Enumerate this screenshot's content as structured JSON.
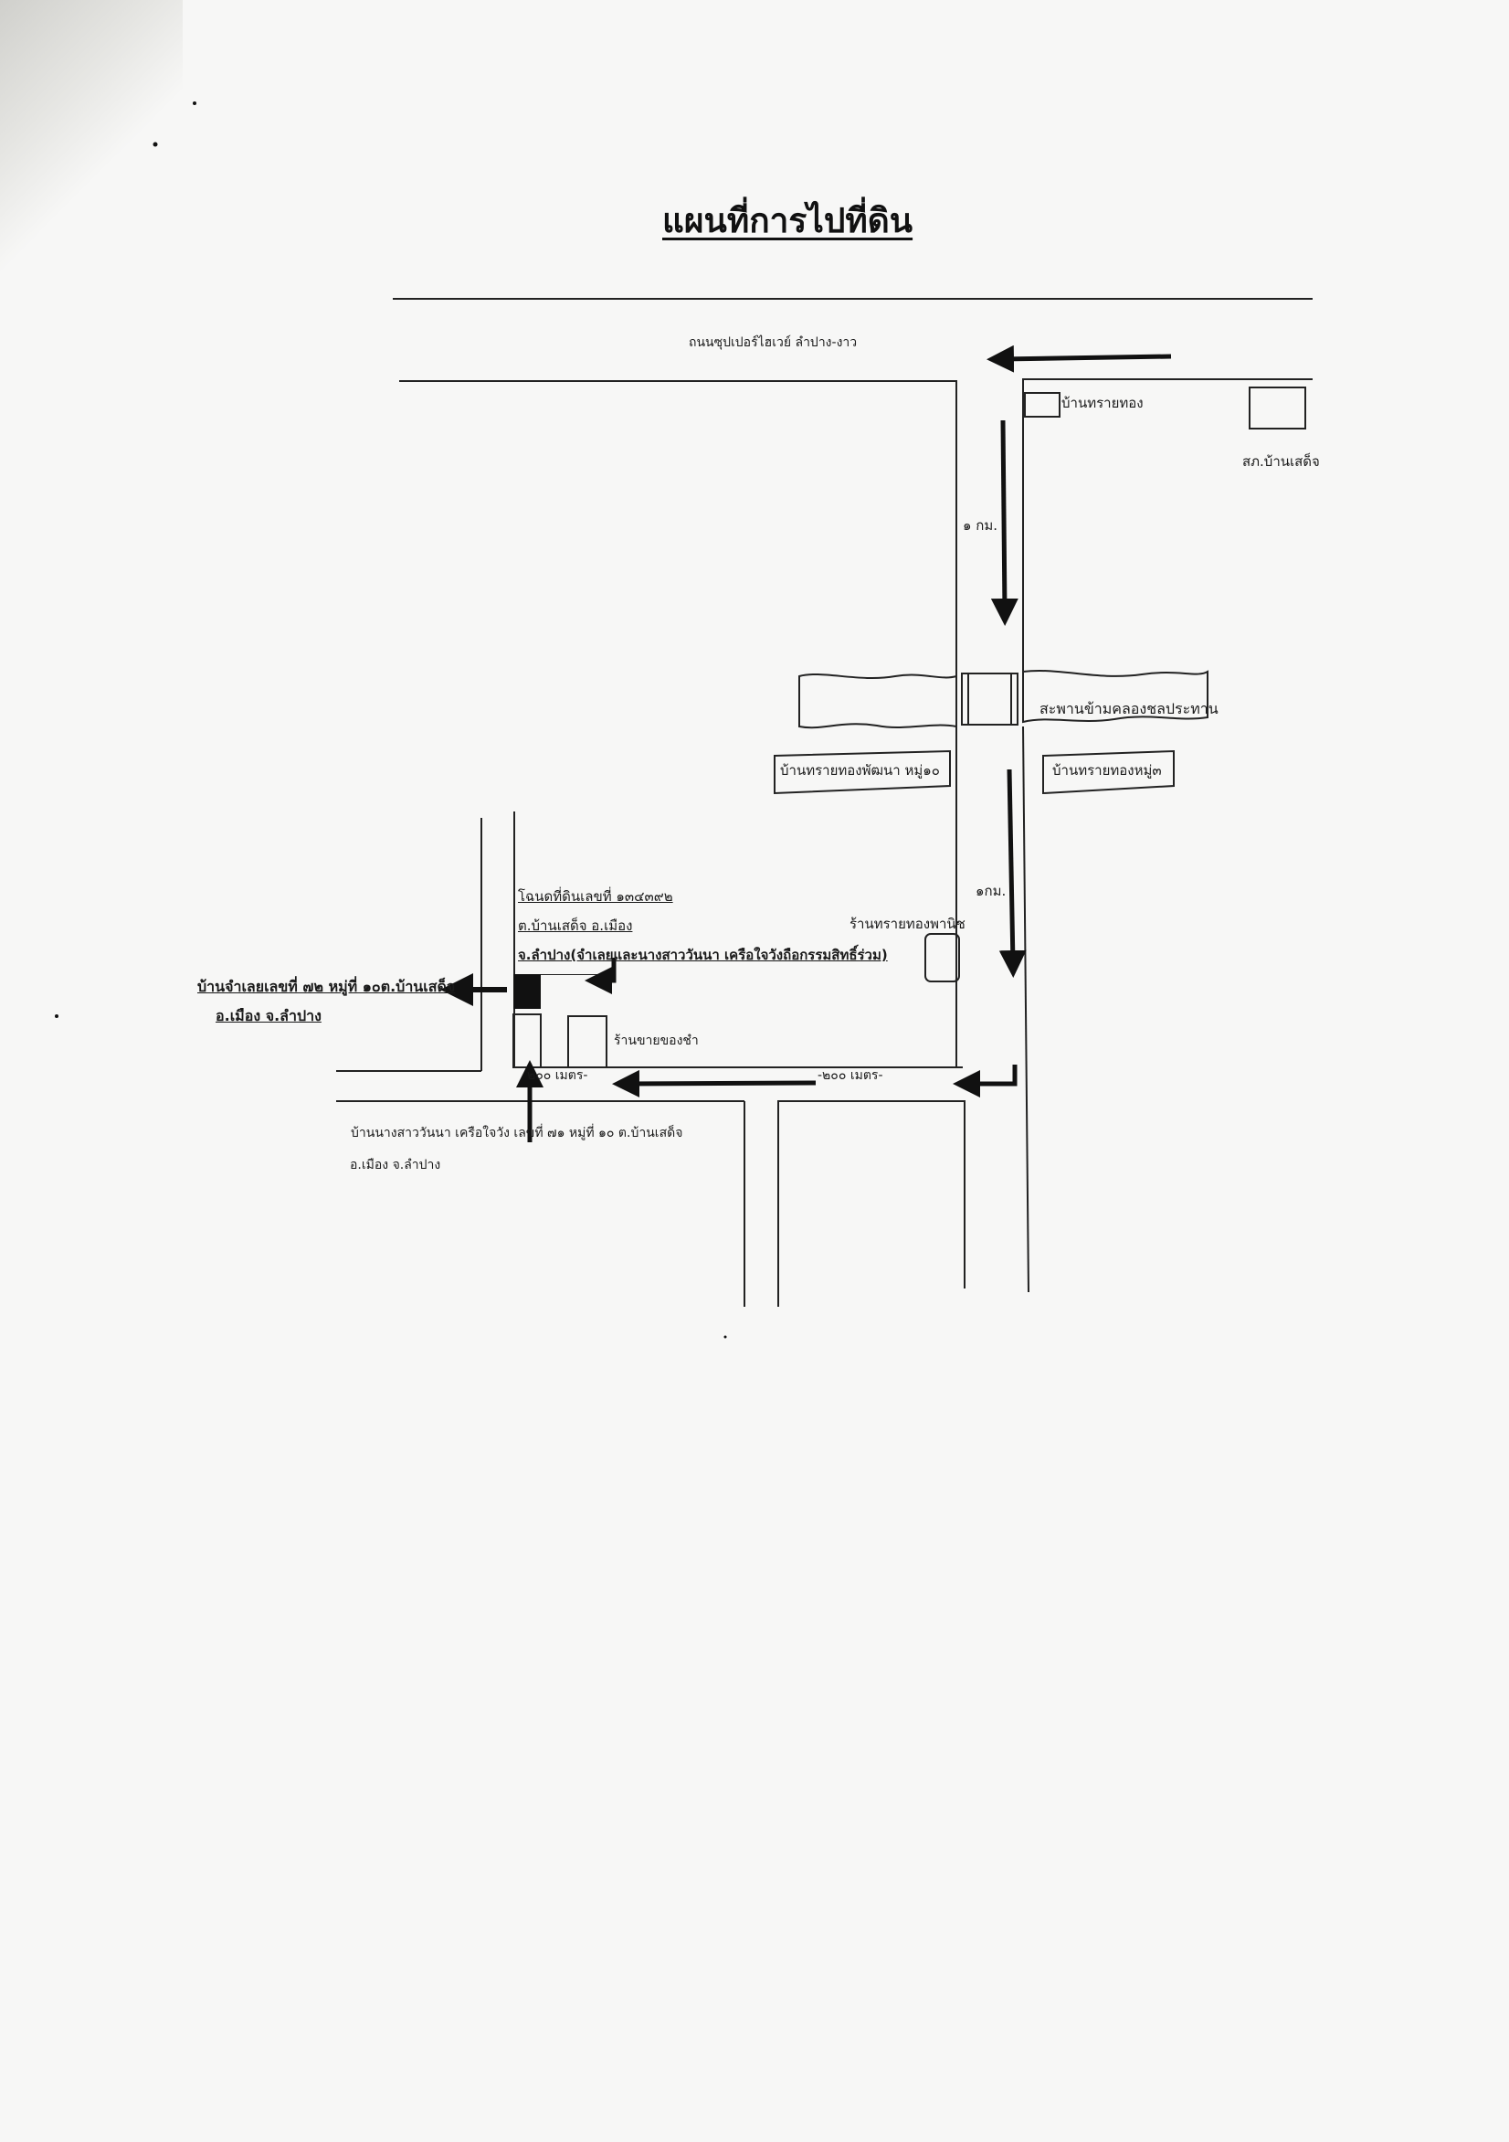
{
  "title": "แผนที่การไปที่ดิน",
  "roads": {
    "superhighway": "ถนนซุปเปอร์ไฮเวย์ ลำปาง-งาว"
  },
  "distances": {
    "upper_km": "๑ กม.",
    "lower_km": "๑กม.",
    "right_200m": "-๒๐๐ เมตร-",
    "left_200m": "๒๐๐ เมตร-"
  },
  "places": {
    "ban_sai_thong": "บ้านทรายทอง",
    "sor_por": "สภ.บ้านเสด็จ",
    "bridge": "สะพานข้ามคลองชลประทาน",
    "sign_moo10": "บ้านทรายทองพัฒนา หมู่๑๐",
    "sign_moo3": "บ้านทรายทองหมู่๓",
    "shop_panich": "ร้านทรายทองพานิช",
    "shop_food": "ร้านขายของชำ"
  },
  "deed": {
    "line1": "โฉนดที่ดินเลขที่ ๑๓๔๓๙๒",
    "line2": "ต.บ้านเสด็จ อ.เมือง",
    "line3": "จ.ลำปาง(จำเลยและนางสาววันนา เครือใจวังถือกรรมสิทธิ์ร่วม)"
  },
  "defendant_house": {
    "line1": "บ้านจำเลยเลขที่ ๗๒ หมู่ที่ ๑๐ต.บ้านเสด็จ",
    "line2": "อ.เมือง จ.ลำปาง"
  },
  "wanna_house": {
    "line1": "บ้านนางสาววันนา เครือใจวัง เลขที่ ๗๑ หมู่ที่ ๑๐ ต.บ้านเสด็จ",
    "line2": "อ.เมือง จ.ลำปาง"
  },
  "colors": {
    "ink": "#111111",
    "paper": "#f7f7f6"
  }
}
